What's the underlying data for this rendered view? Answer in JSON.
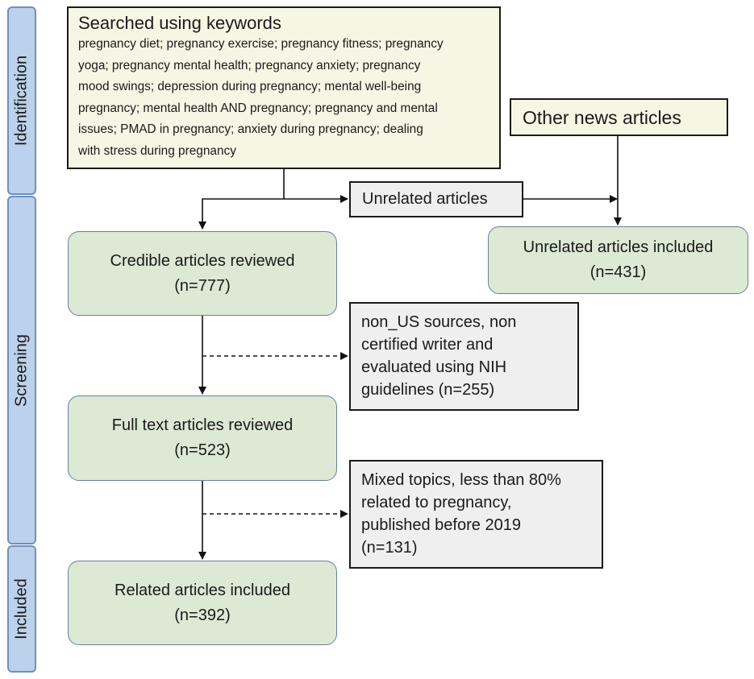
{
  "phases": {
    "identification": "Identification",
    "screening": "Screening",
    "included": "Included"
  },
  "search": {
    "title": "Searched using keywords",
    "keywords_lines": [
      "pregnancy diet; pregnancy exercise; pregnancy fitness; pregnancy",
      "yoga; pregnancy mental health; pregnancy anxiety; pregnancy",
      "mood swings; depression during pregnancy; mental well-being",
      "pregnancy; mental health AND pregnancy; pregnancy and mental",
      "issues; PMAD in pregnancy; anxiety during pregnancy; dealing",
      "with stress during pregnancy"
    ]
  },
  "other_news": {
    "label": "Other news articles"
  },
  "unrelated": {
    "label": "Unrelated articles"
  },
  "unrelated_included": {
    "label": "Unrelated articles included",
    "count": "(n=431)"
  },
  "credible": {
    "label": "Credible articles reviewed",
    "count": "(n=777)"
  },
  "exclusion_1": {
    "lines": [
      "non_US sources, non",
      "certified writer and",
      "evaluated using NIH",
      "guidelines (n=255)"
    ]
  },
  "full_text": {
    "label": "Full text articles reviewed",
    "count": "(n=523)"
  },
  "exclusion_2": {
    "lines": [
      "Mixed topics, less than 80%",
      "related to pregnancy,",
      "published before 2019",
      "(n=131)"
    ]
  },
  "related": {
    "label": "Related articles included",
    "count": "(n=392)"
  }
}
